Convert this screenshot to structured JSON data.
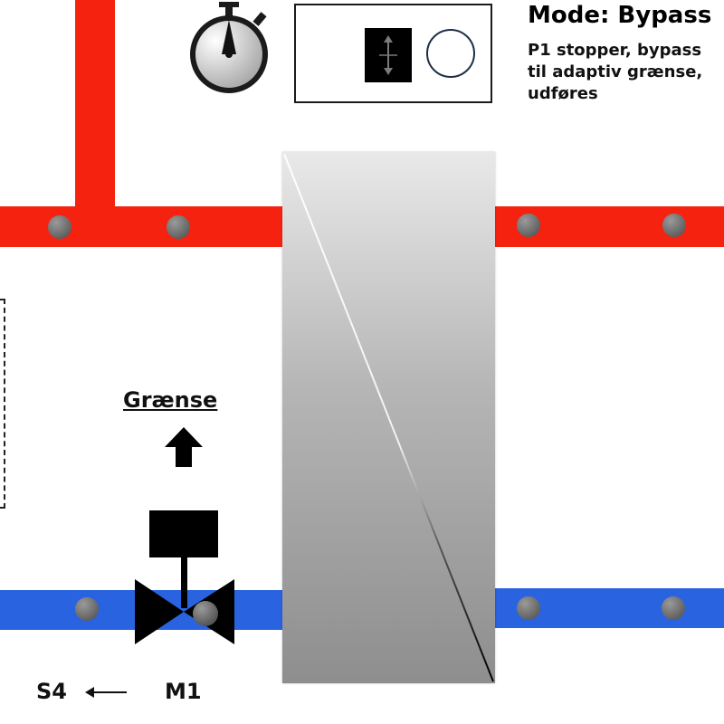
{
  "mode": {
    "title": "Mode: Bypass",
    "description": "P1 stopper, bypass\ntil adaptiv grænse, \nudføres"
  },
  "limit_label": "Grænse",
  "labels": {
    "sensor": "S4",
    "motor": "M1"
  },
  "icons": {
    "timer": "stopwatch-icon",
    "toggle": "up-down-arrow-icon",
    "status": "circle-indicator-icon",
    "limit": "up-arrow-icon",
    "valve": "motor-valve-icon",
    "sensor_arrow": "left-arrow-icon"
  },
  "colors": {
    "supply": "#f5220f",
    "return": "#2a63e0",
    "exchanger": "#a8a8a8"
  }
}
